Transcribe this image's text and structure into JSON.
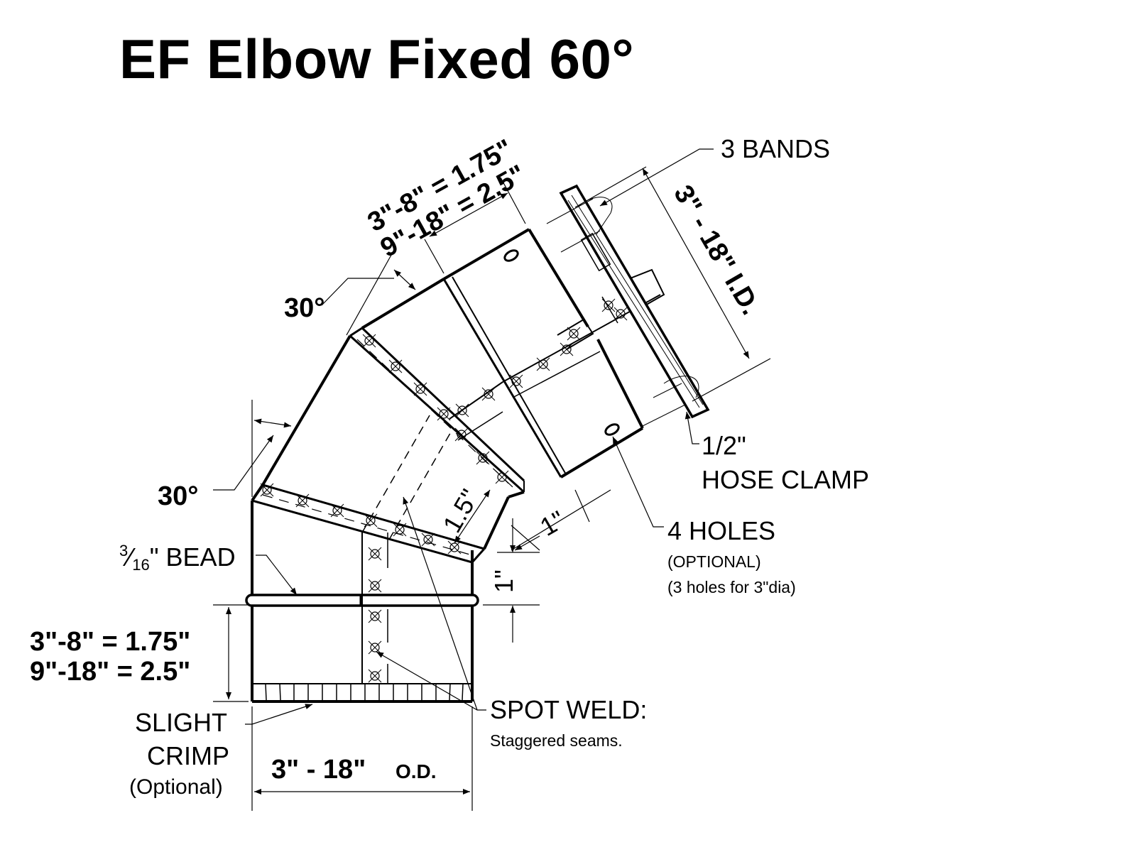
{
  "title": "EF Elbow Fixed 60°",
  "labels": {
    "angle_top": "30°",
    "angle_left": "30°",
    "band_width_top_line1": "3\"-8\" = 1.75\"",
    "band_width_top_line2": "9\"-18\" = 2.5\"",
    "three_bands": "3 BANDS",
    "id_dimension": "3\" - 18\"  I.D.",
    "hose_clamp_size": "1/2\"",
    "hose_clamp": "HOSE CLAMP",
    "four_holes": "4 HOLES",
    "optional": "(OPTIONAL)",
    "three_holes_note": "(3 holes for 3\"dia)",
    "overlap_1_5": "1.5\"",
    "offset_1_diag": "1\"",
    "offset_1_vert": "1\"",
    "bead_num": "3",
    "bead_den": "16",
    "bead_text": "\" BEAD",
    "band_width_bottom_line1": "3\"-8\" = 1.75\"",
    "band_width_bottom_line2": "9\"-18\" = 2.5\"",
    "slight": "SLIGHT",
    "crimp": "CRIMP",
    "crimp_optional": "(Optional)",
    "od_dimension": "3\" - 18\"",
    "od_suffix": "O.D.",
    "spot_weld": "SPOT WELD:",
    "staggered": "Staggered seams."
  },
  "colors": {
    "ink": "#000000",
    "paper": "#ffffff"
  }
}
